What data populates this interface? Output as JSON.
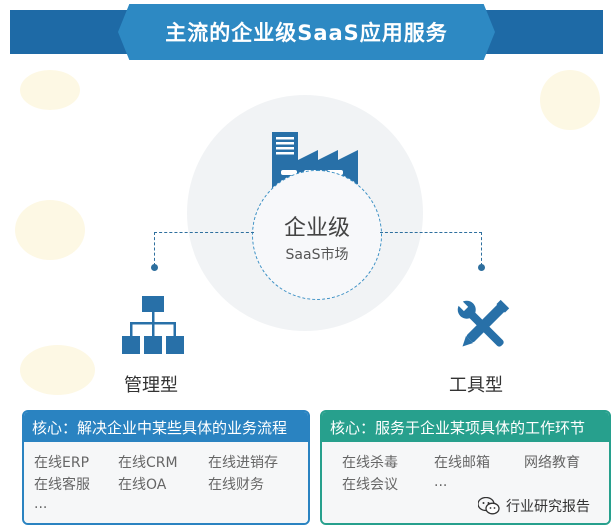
{
  "title": "主流的企业级SaaS应用服务",
  "center": {
    "line1": "企业级",
    "line2": "SaaS市场"
  },
  "left": {
    "label": "管理型",
    "header": "核心：解决企业中某些具体的业务流程",
    "items": [
      "在线ERP",
      "在线CRM",
      "在线进销存",
      "在线客服",
      "在线OA",
      "在线财务",
      "..."
    ]
  },
  "right": {
    "label": "工具型",
    "header": "核心：服务于企业某项具体的工作环节",
    "items": [
      "在线杀毒",
      "在线邮箱",
      "网络教育",
      "在线会议",
      "..."
    ]
  },
  "watermark": {
    "text": "行业研究报告"
  },
  "colors": {
    "banner": "#1e6aa6",
    "ribbon": "#2d89c3",
    "icon": "#2870a8",
    "blue_box": "#2a83c1",
    "green_box": "#27a08d"
  },
  "icons": [
    "factory-icon",
    "org-chart-icon",
    "tools-icon",
    "wechat-icon"
  ]
}
